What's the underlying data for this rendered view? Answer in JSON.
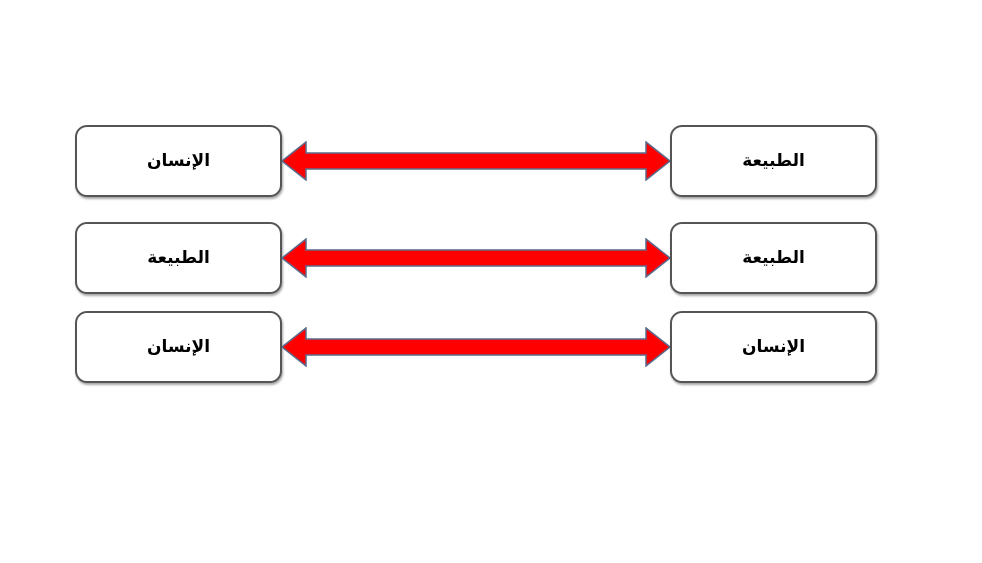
{
  "diagram": {
    "rows": [
      {
        "left_label": "الإنسان",
        "right_label": "الطبيعة"
      },
      {
        "left_label": "الطبيعة",
        "right_label": "الطبيعة"
      },
      {
        "left_label": "الإنسان",
        "right_label": "الإنسان"
      }
    ],
    "colors": {
      "arrow_fill": "#ff0000",
      "arrow_stroke": "#5a6a8a",
      "box_border": "#555555"
    },
    "connector_icon": "double-headed-arrow-icon"
  }
}
